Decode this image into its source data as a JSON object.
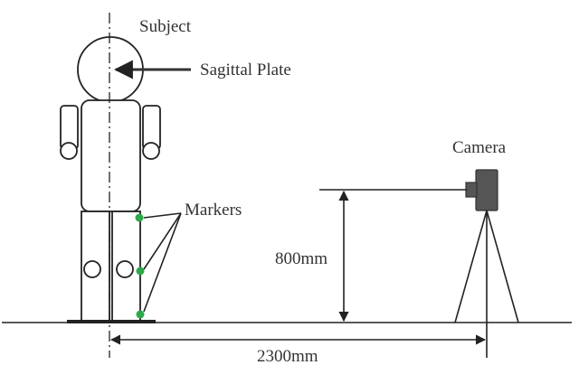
{
  "labels": {
    "subject": "Subject",
    "sagittal_plate": "Sagittal Plate",
    "markers": "Markers",
    "camera": "Camera",
    "height": "800mm",
    "distance": "2300mm"
  },
  "colors": {
    "marker": "#2ea84a",
    "camera": "#555555",
    "line": "#222222"
  },
  "icons": [
    "human-figure-icon",
    "camera-icon",
    "tripod-icon"
  ]
}
